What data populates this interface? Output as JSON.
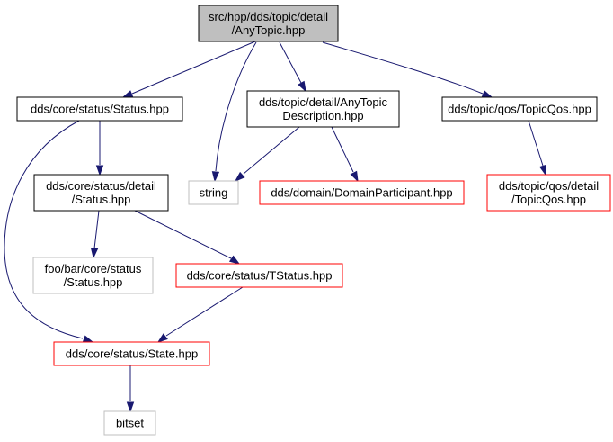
{
  "colors": {
    "edge": "#191970",
    "focus_fill": "#bfbfbf",
    "focus_border": "#000000",
    "documented_border": "#000000",
    "undocumented_border": "#ff0000",
    "system_border": "#bfbfbf",
    "background": "#ffffff"
  },
  "nodes": {
    "anytopic": {
      "lines": [
        "src/hpp/dds/topic/detail",
        "/AnyTopic.hpp"
      ],
      "kind": "focus"
    },
    "status": {
      "lines": [
        "dds/core/status/Status.hpp"
      ],
      "kind": "documented"
    },
    "string": {
      "lines": [
        "string"
      ],
      "kind": "system"
    },
    "anytopicdesc": {
      "lines": [
        "dds/topic/detail/AnyTopic",
        "Description.hpp"
      ],
      "kind": "documented"
    },
    "topicqos": {
      "lines": [
        "dds/topic/qos/TopicQos.hpp"
      ],
      "kind": "documented"
    },
    "statusdetail": {
      "lines": [
        "dds/core/status/detail",
        "/Status.hpp"
      ],
      "kind": "documented"
    },
    "domainparticipant": {
      "lines": [
        "dds/domain/DomainParticipant.hpp"
      ],
      "kind": "undocumented"
    },
    "topicqosdetail": {
      "lines": [
        "dds/topic/qos/detail",
        "/TopicQos.hpp"
      ],
      "kind": "undocumented"
    },
    "foobar": {
      "lines": [
        "foo/bar/core/status",
        "/Status.hpp"
      ],
      "kind": "system"
    },
    "tstatus": {
      "lines": [
        "dds/core/status/TStatus.hpp"
      ],
      "kind": "undocumented"
    },
    "state": {
      "lines": [
        "dds/core/status/State.hpp"
      ],
      "kind": "undocumented"
    },
    "bitset": {
      "lines": [
        "bitset"
      ],
      "kind": "system"
    }
  },
  "edges": [
    [
      "anytopic",
      "status"
    ],
    [
      "anytopic",
      "string"
    ],
    [
      "anytopic",
      "anytopicdesc"
    ],
    [
      "anytopic",
      "topicqos"
    ],
    [
      "status",
      "statusdetail"
    ],
    [
      "status",
      "state"
    ],
    [
      "anytopicdesc",
      "string"
    ],
    [
      "anytopicdesc",
      "domainparticipant"
    ],
    [
      "topicqos",
      "topicqosdetail"
    ],
    [
      "statusdetail",
      "foobar"
    ],
    [
      "statusdetail",
      "tstatus"
    ],
    [
      "tstatus",
      "state"
    ],
    [
      "state",
      "bitset"
    ]
  ]
}
